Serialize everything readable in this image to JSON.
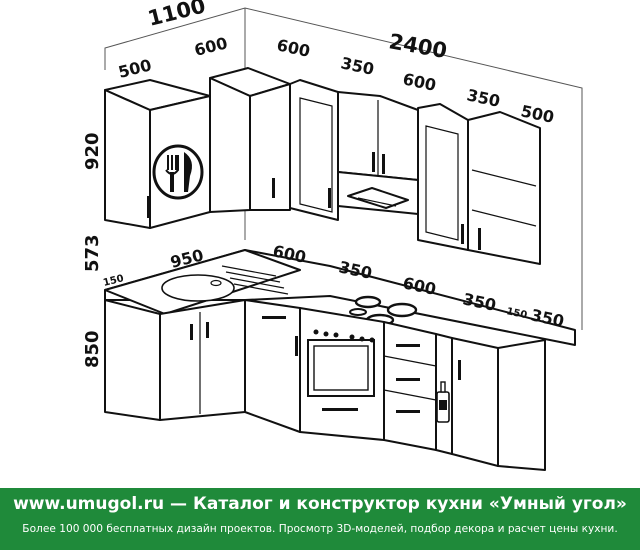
{
  "dimensions": {
    "wall_left_total": "1100",
    "wall_right_total": "2400",
    "upper_left_500": "500",
    "upper_corner_600": "600",
    "upper_600_a": "600",
    "upper_350_a": "350",
    "upper_600_b": "600",
    "upper_350_b": "350",
    "upper_500": "500",
    "height_upper": "920",
    "height_gap": "573",
    "height_base": "850",
    "counter_950": "950",
    "counter_150_left": "150",
    "counter_600": "600",
    "counter_350_a": "350",
    "counter_600_b": "600",
    "counter_350_b": "350",
    "counter_150_right": "150",
    "counter_350_end": "350"
  },
  "banner": {
    "site": "www.umugol.ru",
    "dash": "—",
    "title": "Каталог и конструктор кухни «Умный угол»",
    "subtitle": "Более 100 000 бесплатных дизайн проектов. Просмотр 3D-моделей, подбор декора и расчет цены кухни."
  },
  "colors": {
    "banner_bg": "#1f8a3a",
    "banner_text": "#ffffff",
    "line": "#111111"
  }
}
